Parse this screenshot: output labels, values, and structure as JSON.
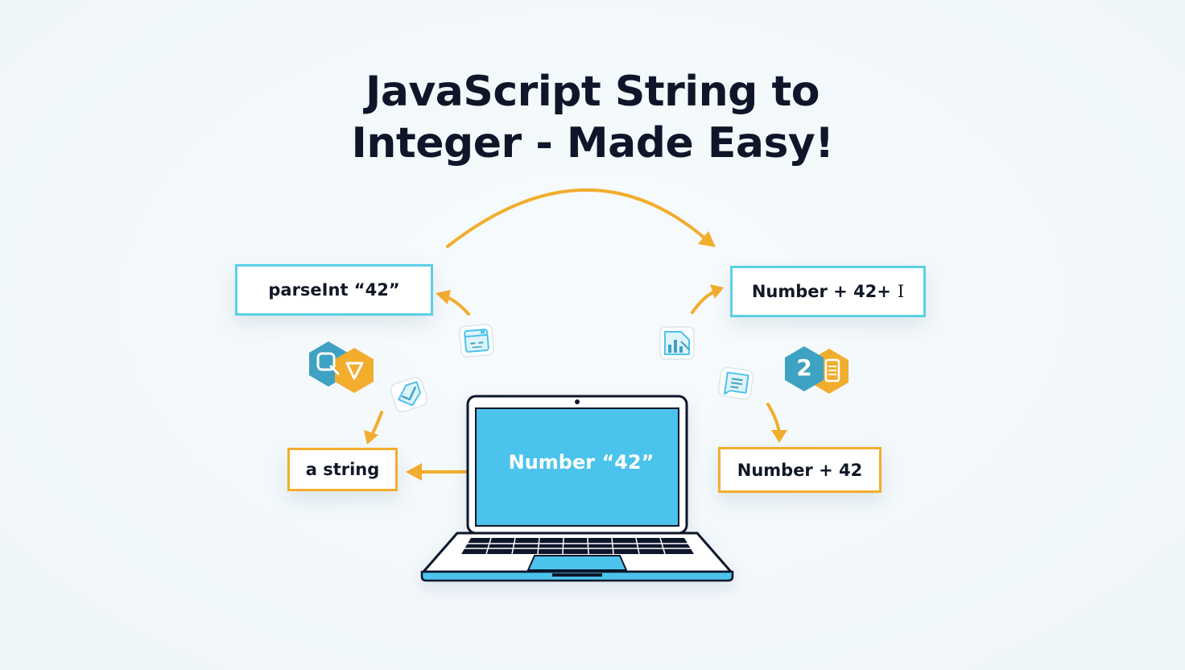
{
  "title": {
    "line1": "JavaScript String to",
    "line2": "Integer - Made Easy!"
  },
  "boxes": {
    "parseint": "parseInt “42”",
    "number_plus_top": "Number + 42+",
    "number_plus_top_cursor": "I",
    "a_string": "a string",
    "number_plus_bottom": "Number + 42"
  },
  "laptop": {
    "screen_text": "Number “42”"
  },
  "badges": {
    "number_badge": "2"
  },
  "colors": {
    "accent_orange": "#f2ad2e",
    "accent_blue": "#5ccfe6",
    "screen_blue": "#4cc3ec",
    "hex_teal": "#3ea2c2",
    "text_dark": "#0f1629"
  },
  "icons": [
    "search-icon",
    "triangle-icon",
    "calendar-icon",
    "tag-check-icon",
    "chart-document-icon",
    "message-list-icon",
    "number-badge-icon",
    "list-document-icon"
  ]
}
